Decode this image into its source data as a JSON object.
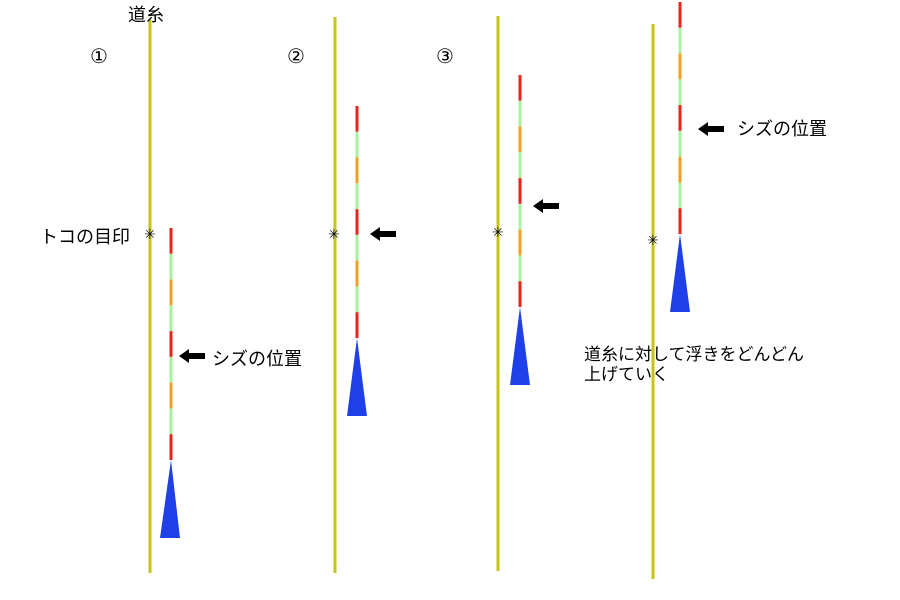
{
  "labels": {
    "michiito": "道糸",
    "num1": "①",
    "num2": "②",
    "num3": "③",
    "toko_mark": "トコの目印",
    "sinker_pos_1": "シズの位置",
    "sinker_pos_4": "シズの位置",
    "explain_line1": "道糸に対して浮きをどんどん",
    "explain_line2": "上げていく",
    "star": "✳"
  },
  "colors": {
    "line": "#c8c416",
    "red": "#e8241c",
    "green": "#a8f0a0",
    "orange": "#f0a020",
    "body": "#1f3fe8",
    "arrow": "#000000"
  },
  "diagrams": [
    {
      "id": "1",
      "sinker_arrow_segment": 5
    },
    {
      "id": "2",
      "sinker_arrow_segment": 5
    },
    {
      "id": "3",
      "sinker_arrow_segment": 5
    },
    {
      "id": "4",
      "sinker_arrow_segment": 5
    }
  ],
  "float_top_pattern": [
    "red",
    "green",
    "orange",
    "green",
    "red",
    "green",
    "orange",
    "green",
    "red"
  ]
}
